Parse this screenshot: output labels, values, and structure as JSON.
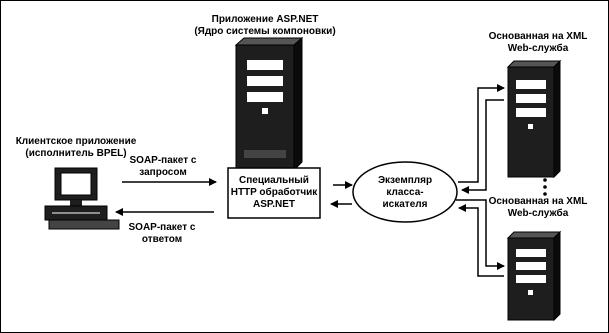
{
  "diagram": {
    "asp_app": {
      "line1": "Приложение ASP.NET",
      "line2": "(Ядро системы компоновки)"
    },
    "client": {
      "line1": "Клиентское приложение",
      "line2": "(исполнитель BPEL)"
    },
    "soap_request": {
      "line1": "SOAP-пакет с",
      "line2": "запросом"
    },
    "soap_response": {
      "line1": "SOAP-пакет с",
      "line2": "ответом"
    },
    "handler": {
      "line1": "Специальный",
      "line2": "HTTP обработчик",
      "line3": "ASP.NET"
    },
    "locator": {
      "line1": "Экземпляр",
      "line2": "класса-",
      "line3": "искателя"
    },
    "service_top": {
      "line1": "Основанная на XML",
      "line2": "Web-служба"
    },
    "service_bottom": {
      "line1": "Основанная на XML",
      "line2": "Web-служба"
    }
  },
  "colors": {
    "ink": "#000000",
    "paper": "#ffffff",
    "server_face": "#2a2a2a"
  },
  "icons": [
    "server-icon",
    "computer-icon",
    "arrow-icon"
  ]
}
